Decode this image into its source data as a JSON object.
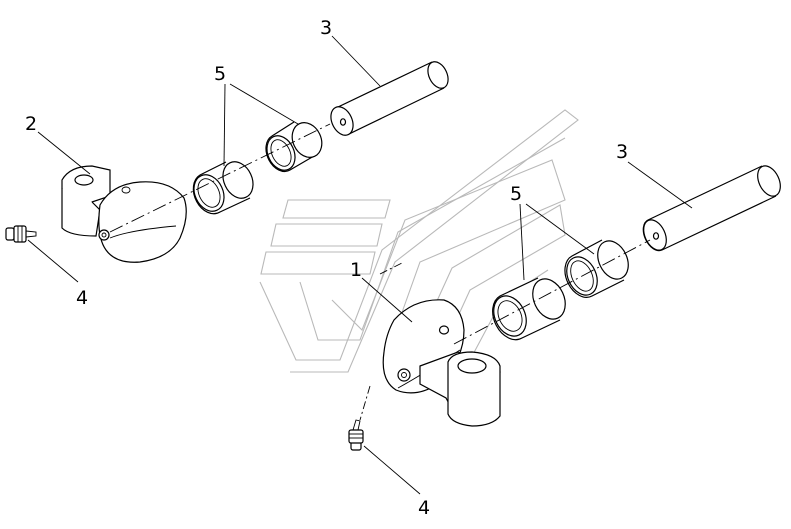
{
  "callouts": {
    "label_1": "1",
    "label_2": "2",
    "label_3a": "3",
    "label_3b": "3",
    "label_4a": "4",
    "label_4b": "4",
    "label_5a": "5",
    "label_5b": "5"
  },
  "colors": {
    "line": "#000000",
    "watermark": "#b9b9b9",
    "background": "#ffffff"
  }
}
